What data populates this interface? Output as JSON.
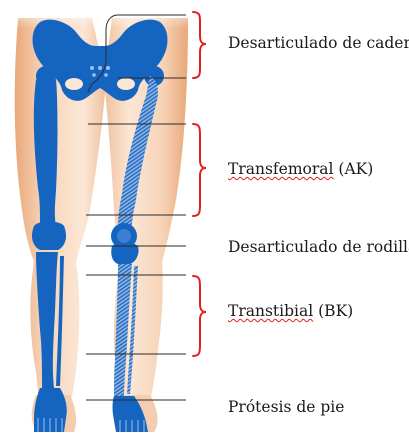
{
  "labels": {
    "hip": "Desarticulado de cadera",
    "transfemoral_word": "Transfemoral",
    "transfemoral_suffix": " (AK)",
    "knee": "Desarticulado de rodilla",
    "transtibial_word": "Transtibial",
    "transtibial_suffix": " (BK)",
    "foot": "Prótesis de pie"
  },
  "colors": {
    "bone": "#1565c0",
    "bone_light": "#3b7fd4",
    "skin_light": "#fdf3ea",
    "skin_dark": "#f1c6a4",
    "bracket": "#e02020",
    "line": "#2a2a2a"
  }
}
